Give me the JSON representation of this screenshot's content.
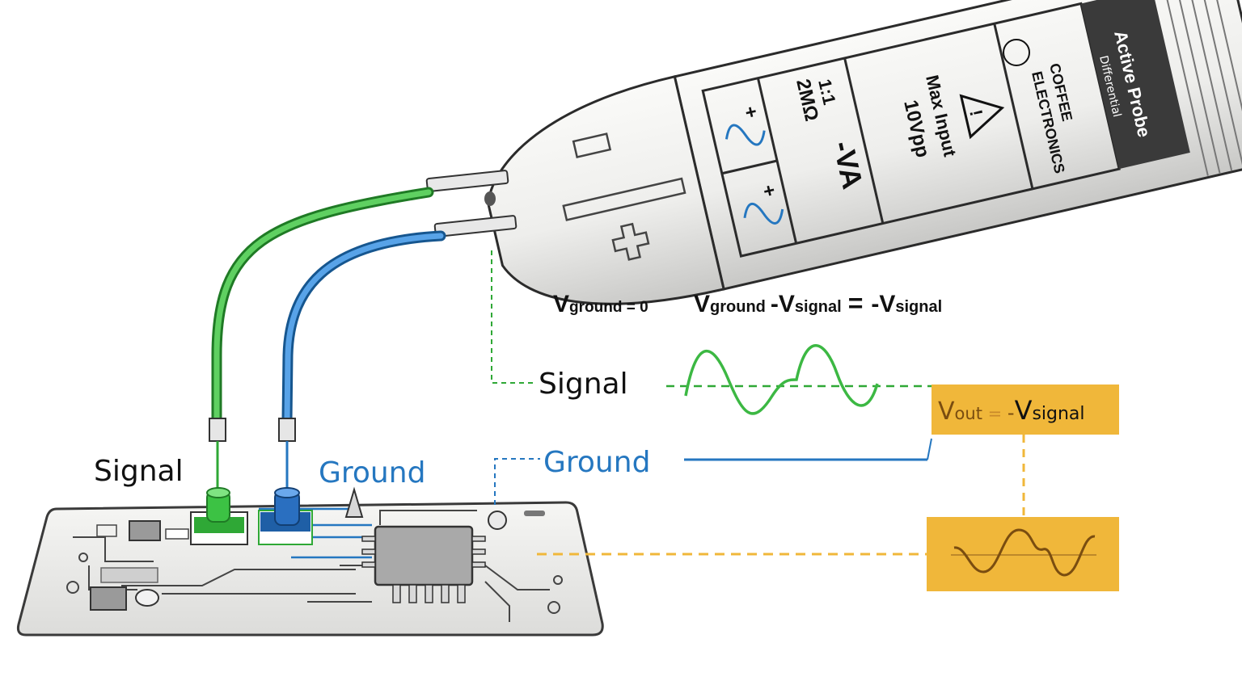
{
  "probe": {
    "brand_line1": "Active Probe",
    "brand_line2": "Differential",
    "maker_line1": "COFFEE",
    "maker_line2": "ELECTRONICS",
    "warning_line1": "Max Input",
    "warning_line2": "10Vpp",
    "warning_icon_text": "!",
    "ratio": "1:1",
    "impedance": "2MΩ",
    "mode": "-VA",
    "plus_sign": "+",
    "minus_glyph": "−",
    "plus_glyph": "+"
  },
  "equations": {
    "eq1_v": "V",
    "eq1_sub": "ground = 0",
    "eq2_v1": "V",
    "eq2_sub1": "ground",
    "eq2_minus": "-V",
    "eq2_sub2": "signal",
    "eq2_equals": "=",
    "eq2_neg_v": "-V",
    "eq2_sub3": "signal"
  },
  "labels": {
    "signal_right": "Signal",
    "ground_right": "Ground",
    "signal_board": "Signal",
    "ground_board": "Ground"
  },
  "output_box": {
    "v": "V",
    "sub_out": "out",
    "equals": " = ",
    "minus": "-",
    "v2": "V",
    "sub_signal": "signal"
  },
  "colors": {
    "signal_green": "#2fa836",
    "ground_blue": "#2577c0",
    "output_orange": "#f0b73a",
    "output_wave": "#7a4d10",
    "probe_body": "#f1f1ef",
    "probe_dark": "#3a3a3a"
  }
}
